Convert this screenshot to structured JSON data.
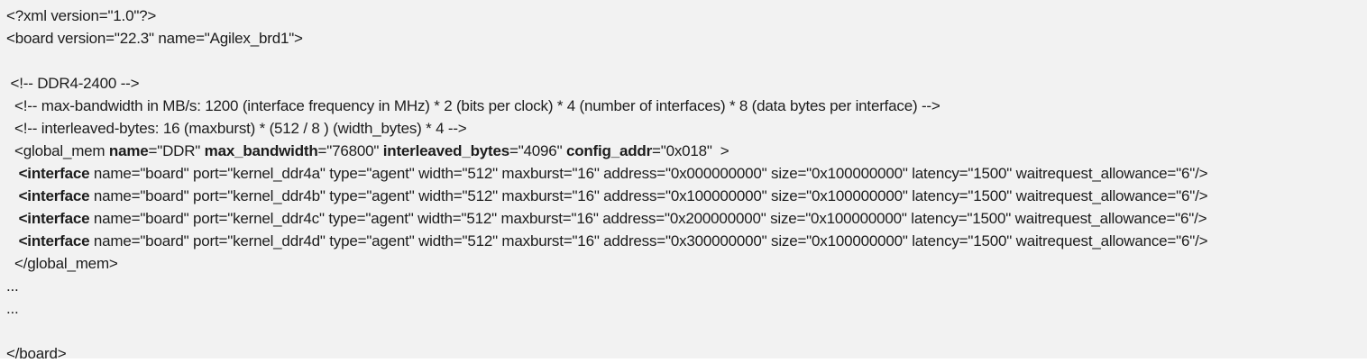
{
  "colors": {
    "panel_background": "#f2f2f2",
    "text": "#1c1c1c",
    "bottom_strip": "#ffffff"
  },
  "document": {
    "type": "xml-board-spec",
    "board_name": "Agilex_brd1",
    "board_version": "22.3",
    "lines": [
      {
        "segments": [
          {
            "text": "<?xml version=\"1.0\"?>",
            "bold": false
          }
        ]
      },
      {
        "segments": [
          {
            "text": "<board version=\"22.3\" name=\"Agilex_brd1\">",
            "bold": false
          }
        ]
      },
      {
        "segments": [
          {
            "text": "",
            "bold": false
          }
        ]
      },
      {
        "segments": [
          {
            "text": " <!-- DDR4-2400 -->",
            "bold": false
          }
        ]
      },
      {
        "segments": [
          {
            "text": "  <!-- max-bandwidth in MB/s: 1200 (interface frequency in MHz) * 2 (bits per clock) * 4 (number of interfaces) * 8 (data bytes per interface) -->",
            "bold": false
          }
        ]
      },
      {
        "segments": [
          {
            "text": "  <!-- interleaved-bytes: 16 (maxburst) * (512 / 8 ) (width_bytes) * 4 -->",
            "bold": false
          }
        ]
      },
      {
        "segments": [
          {
            "text": "  <global_mem ",
            "bold": false
          },
          {
            "text": "name",
            "bold": true
          },
          {
            "text": "=\"DDR\" ",
            "bold": false
          },
          {
            "text": "max_bandwidth",
            "bold": true
          },
          {
            "text": "=\"76800\" ",
            "bold": false
          },
          {
            "text": "interleaved_bytes",
            "bold": true
          },
          {
            "text": "=\"4096\" ",
            "bold": false
          },
          {
            "text": "config_addr",
            "bold": true
          },
          {
            "text": "=\"0x018\"  >",
            "bold": false
          }
        ]
      },
      {
        "segments": [
          {
            "text": "   ",
            "bold": false
          },
          {
            "text": "<interface",
            "bold": true
          },
          {
            "text": " name=\"board\" port=\"kernel_ddr4a\" type=\"agent\" width=\"512\" maxburst=\"16\" address=\"0x000000000\" size=\"0x100000000\" latency=\"1500\" waitrequest_allowance=\"6\"/>",
            "bold": false
          }
        ]
      },
      {
        "segments": [
          {
            "text": "   ",
            "bold": false
          },
          {
            "text": "<interface",
            "bold": true
          },
          {
            "text": " name=\"board\" port=\"kernel_ddr4b\" type=\"agent\" width=\"512\" maxburst=\"16\" address=\"0x100000000\" size=\"0x100000000\" latency=\"1500\" waitrequest_allowance=\"6\"/>",
            "bold": false
          }
        ]
      },
      {
        "segments": [
          {
            "text": "   ",
            "bold": false
          },
          {
            "text": "<interface",
            "bold": true
          },
          {
            "text": " name=\"board\" port=\"kernel_ddr4c\" type=\"agent\" width=\"512\" maxburst=\"16\" address=\"0x200000000\" size=\"0x100000000\" latency=\"1500\" waitrequest_allowance=\"6\"/>",
            "bold": false
          }
        ]
      },
      {
        "segments": [
          {
            "text": "   ",
            "bold": false
          },
          {
            "text": "<interface",
            "bold": true
          },
          {
            "text": " name=\"board\" port=\"kernel_ddr4d\" type=\"agent\" width=\"512\" maxburst=\"16\" address=\"0x300000000\" size=\"0x100000000\" latency=\"1500\" waitrequest_allowance=\"6\"/>",
            "bold": false
          }
        ]
      },
      {
        "segments": [
          {
            "text": "  </global_mem>",
            "bold": false
          }
        ]
      },
      {
        "segments": [
          {
            "text": "...",
            "bold": false
          }
        ]
      },
      {
        "segments": [
          {
            "text": "...",
            "bold": false
          }
        ]
      },
      {
        "segments": [
          {
            "text": "",
            "bold": false
          }
        ]
      },
      {
        "segments": [
          {
            "text": "</board>",
            "bold": false
          }
        ]
      }
    ]
  }
}
